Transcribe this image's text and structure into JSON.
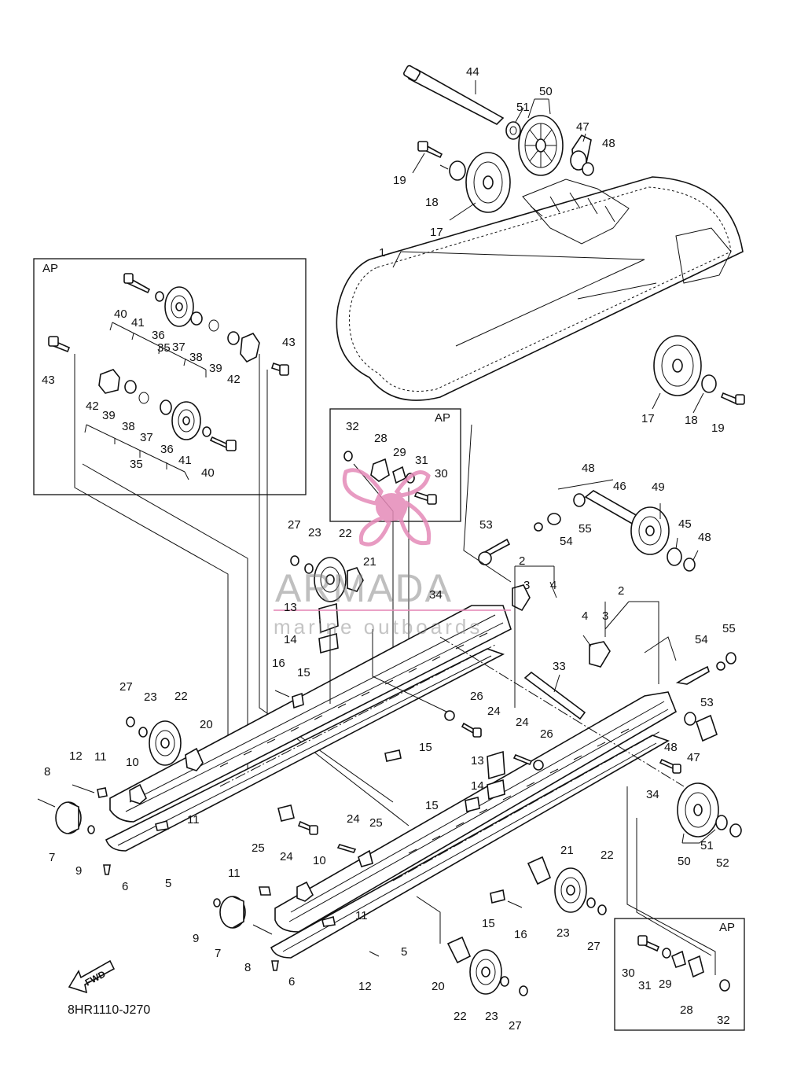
{
  "diagram": {
    "code": "8HR1110-J270",
    "fwd_label": "FWD",
    "inset_label": "AP",
    "watermark": {
      "brand": "ARMADA",
      "tagline": "marine outboards",
      "color": "#e58ab8"
    },
    "callouts": [
      "1",
      "2",
      "3",
      "4",
      "5",
      "6",
      "7",
      "8",
      "9",
      "10",
      "11",
      "12",
      "13",
      "14",
      "15",
      "16",
      "17",
      "18",
      "19",
      "20",
      "21",
      "22",
      "23",
      "24",
      "25",
      "26",
      "27",
      "28",
      "29",
      "30",
      "31",
      "32",
      "33",
      "34",
      "35",
      "36",
      "37",
      "38",
      "39",
      "40",
      "41",
      "42",
      "43",
      "44",
      "45",
      "46",
      "47",
      "48",
      "49",
      "50",
      "51",
      "52",
      "53",
      "54",
      "55"
    ]
  }
}
